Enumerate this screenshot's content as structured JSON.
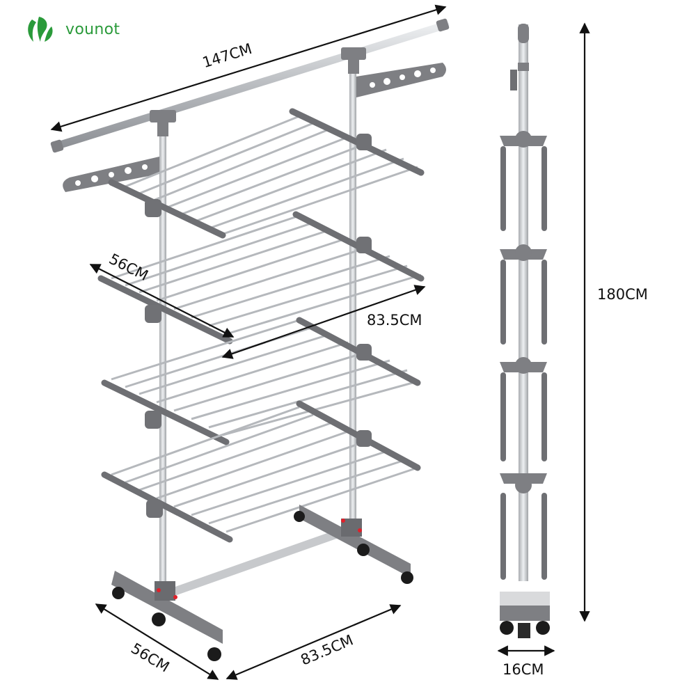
{
  "brand": {
    "name": "vounot",
    "color": "#2a9a3a"
  },
  "colors": {
    "plastic": "#7e7f83",
    "plastic_dark": "#5f6064",
    "metal": "#c9cbce",
    "metal_light": "#e6e7e9",
    "arrow": "#111111",
    "wheel": "#1b1b1b",
    "accent_red": "#e0202a"
  },
  "dimensions": {
    "top_rod_length": "147CM",
    "shelf_depth": "56CM",
    "shelf_width": "83.5CM",
    "base_depth": "56CM",
    "base_width": "83.5CM",
    "height": "180CM",
    "folded_thickness": "16CM"
  },
  "views": {
    "main": "expanded-rack-perspective",
    "side": "folded-rack-side"
  },
  "shelves": {
    "count": 4
  }
}
